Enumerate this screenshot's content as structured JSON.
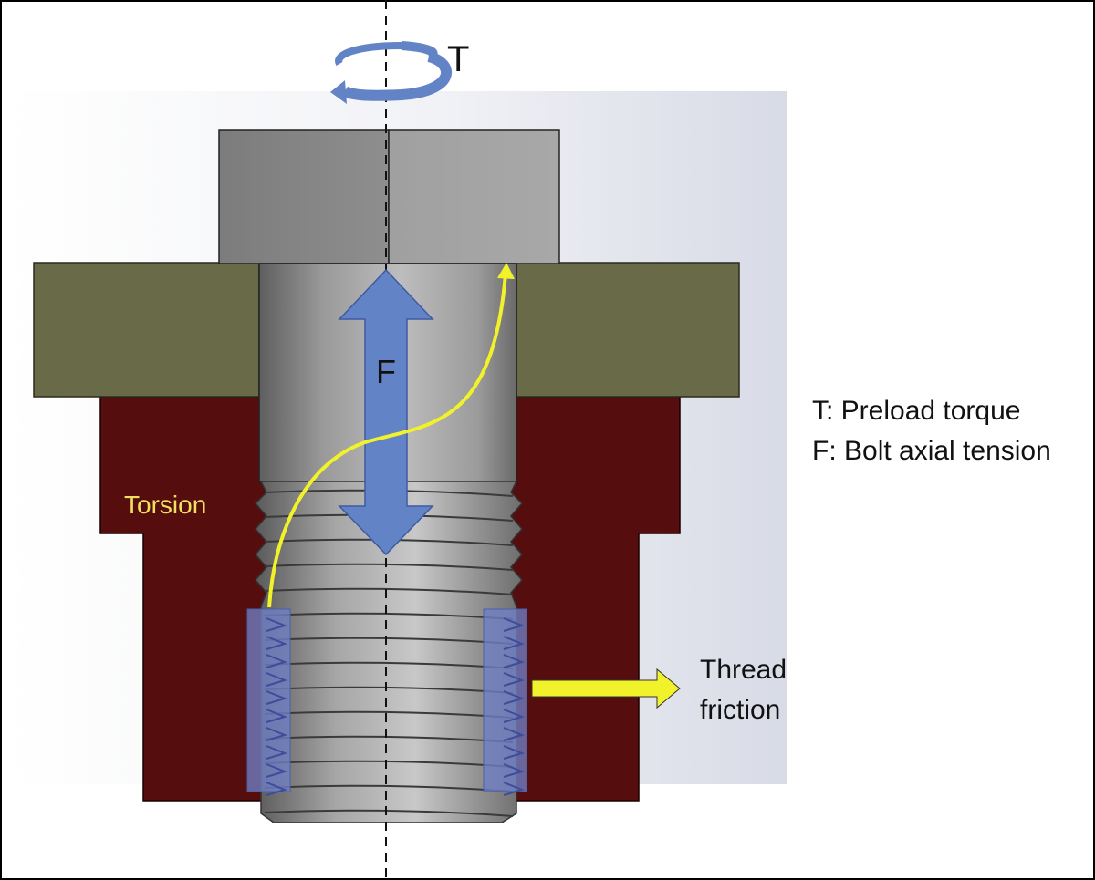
{
  "labels": {
    "torque_symbol": "T",
    "force_symbol": "F",
    "torsion": "Torsion",
    "legend_torque": "T: Preload torque",
    "legend_force": "F: Bolt axial tension",
    "thread_friction_line1": "Thread",
    "thread_friction_line2": "friction"
  },
  "colors": {
    "washer": "#686a48",
    "block": "#550d0d",
    "arrow_blue": "#6383c7",
    "arrow_yellow": "#f2f22a",
    "friction_zone": "#6f7fc6",
    "torsion_text": "#f0e060"
  }
}
